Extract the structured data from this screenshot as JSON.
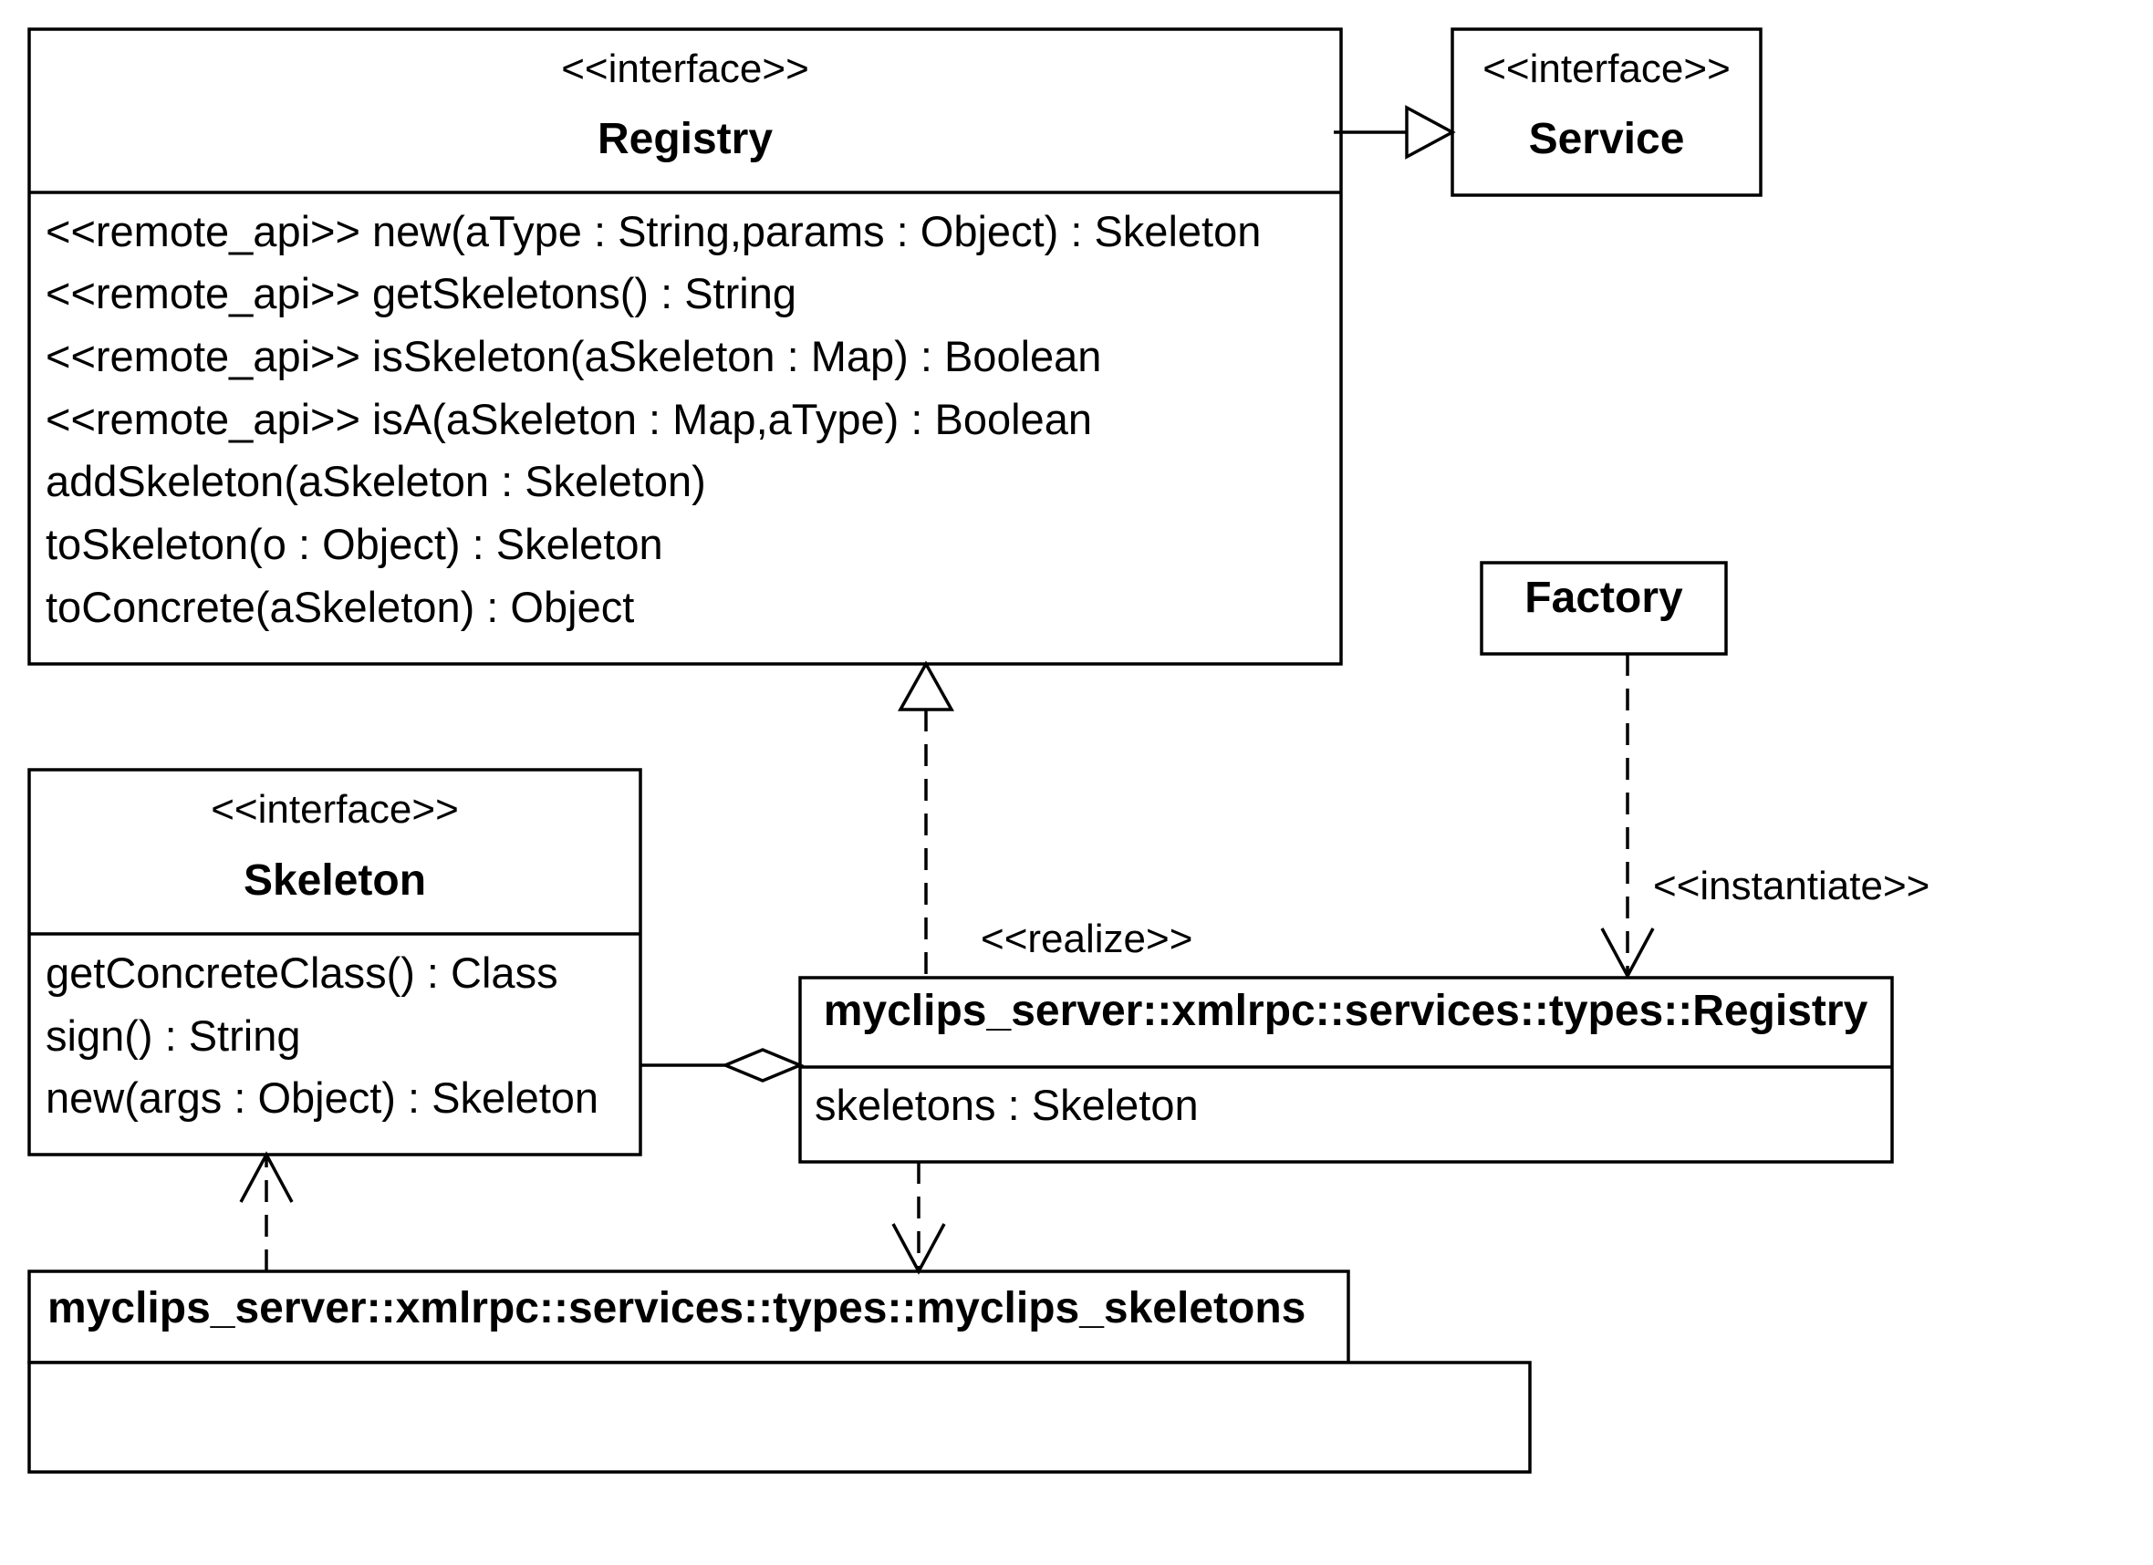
{
  "registry_interface": {
    "stereotype": "<<interface>>",
    "name": "Registry",
    "operations": [
      "<<remote_api>> new(aType : String,params : Object) : Skeleton",
      "<<remote_api>> getSkeletons() : String",
      "<<remote_api>> isSkeleton(aSkeleton : Map) : Boolean",
      "<<remote_api>> isA(aSkeleton : Map,aType) : Boolean",
      "addSkeleton(aSkeleton : Skeleton)",
      "toSkeleton(o : Object) : Skeleton",
      "toConcrete(aSkeleton) : Object"
    ]
  },
  "service_interface": {
    "stereotype": "<<interface>>",
    "name": "Service"
  },
  "factory": {
    "name": "Factory"
  },
  "skeleton_interface": {
    "stereotype": "<<interface>>",
    "name": "Skeleton",
    "operations": [
      "getConcreteClass() : Class",
      "sign() : String",
      "new(args : Object) : Skeleton"
    ]
  },
  "registry_class": {
    "name": "myclips_server::xmlrpc::services::types::Registry",
    "attributes": [
      "skeletons : Skeleton"
    ]
  },
  "skeletons_package": {
    "name": "myclips_server::xmlrpc::services::types::myclips_skeletons"
  },
  "relations": {
    "realize_label": "<<realize>>",
    "instantiate_label": "<<instantiate>>"
  }
}
